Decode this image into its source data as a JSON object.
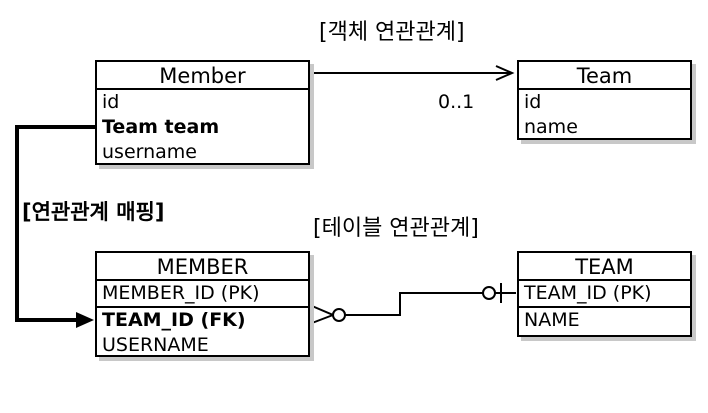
{
  "headings": {
    "object_relation": "[객체 연관관계]",
    "table_relation": "[테이블 연관관계]",
    "mapping": "[연관관계 매핑]"
  },
  "object_model": {
    "member": {
      "title": "Member",
      "fields": [
        "id",
        "Team team",
        "username"
      ]
    },
    "team": {
      "title": "Team",
      "fields": [
        "id",
        "name"
      ]
    },
    "multiplicity": "0..1"
  },
  "table_model": {
    "member": {
      "title": "MEMBER",
      "fields": [
        "MEMBER_ID (PK)",
        "TEAM_ID (FK)",
        "USERNAME"
      ]
    },
    "team": {
      "title": "TEAM",
      "fields": [
        "TEAM_ID (PK)",
        "NAME"
      ]
    }
  }
}
